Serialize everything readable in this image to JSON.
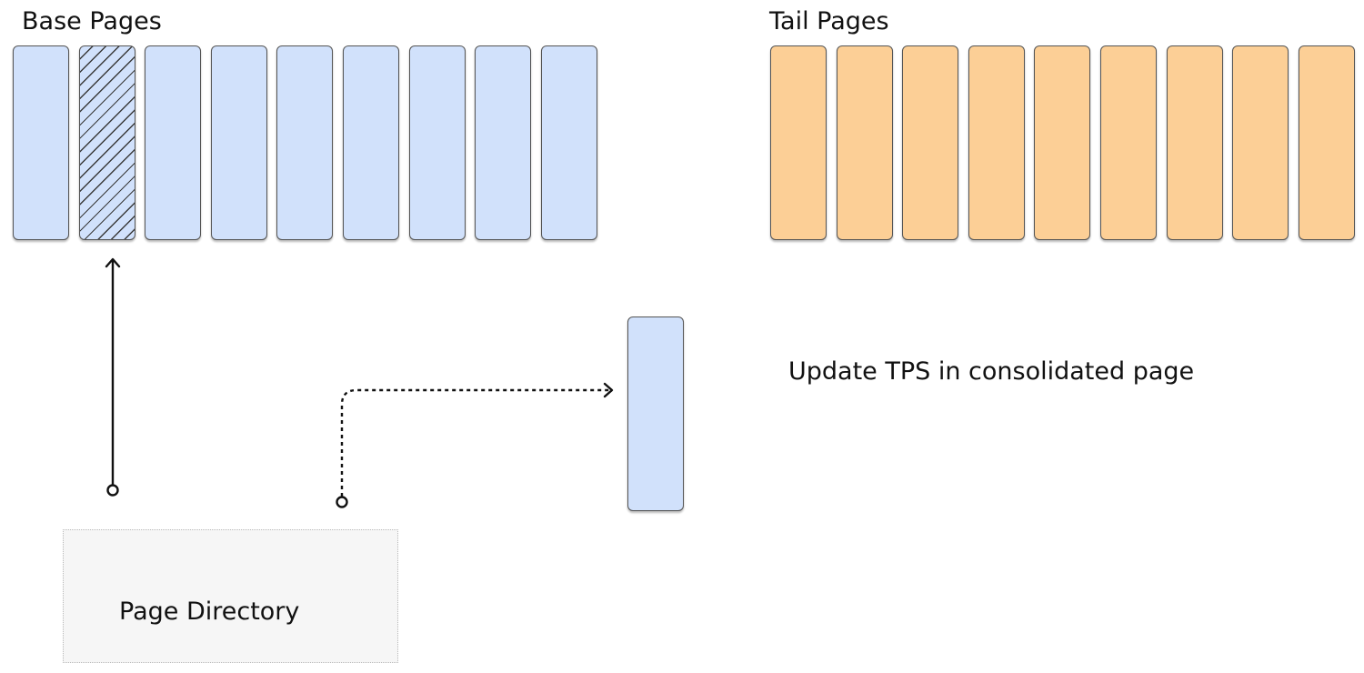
{
  "base_pages": {
    "title": "Base Pages",
    "count": 9,
    "hatched_index": 1,
    "fill_color": "#d1e1fb"
  },
  "tail_pages": {
    "title": "Tail Pages",
    "count": 9,
    "fill_color": "#fccf96"
  },
  "consolidated_page": {
    "fill_color": "#d1e1fb"
  },
  "update_text": "Update TPS in consolidated page",
  "page_directory": {
    "label": "Page Directory",
    "fill_color": "#f6f6f6"
  },
  "connectors": [
    {
      "name": "directory-to-base-page-arrow",
      "style": "solid",
      "from": "page-directory",
      "to": "base-page-2"
    },
    {
      "name": "directory-to-consolidated-page-arrow",
      "style": "dotted",
      "from": "page-directory",
      "to": "consolidated-page"
    }
  ]
}
